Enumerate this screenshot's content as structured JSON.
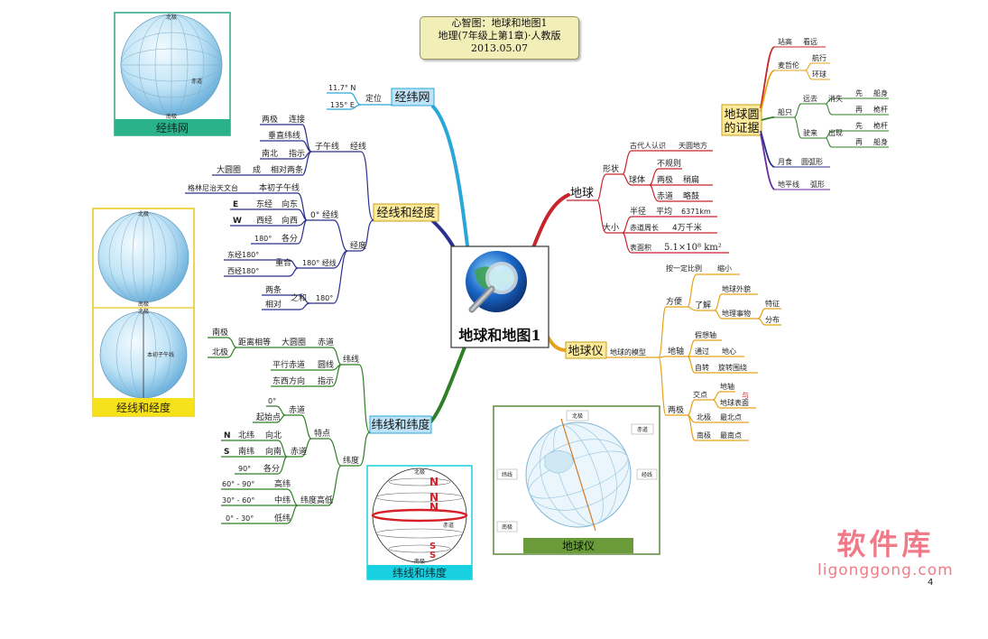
{
  "header": {
    "line1": "心智图：地球和地图1",
    "line2": "地理(7年级上第1章)·人教版",
    "line3": "2013.05.07"
  },
  "center": {
    "label": "地球和地图1"
  },
  "colors": {
    "blue": "#2aa7d8",
    "purple": "#2b2f8e",
    "green": "#2f7f26",
    "red": "#c8252b",
    "orange": "#e7a21b",
    "darkred": "#7a1e1e"
  },
  "panels": {
    "jwp": {
      "label": "经纬网",
      "sublabels": [
        "北极",
        "南极",
        "赤道"
      ]
    },
    "jd": {
      "label": "经线和经度",
      "sublabels": [
        "北极",
        "南极",
        "本初子午线"
      ]
    },
    "wd": {
      "label": "纬线和纬度",
      "n": "N",
      "s": "S",
      "sublabels": [
        "北极",
        "南极",
        "赤道"
      ]
    },
    "globe": {
      "label": "地球仪",
      "sublabels": [
        "北极",
        "纬线",
        "经线",
        "南极",
        "赤道"
      ]
    }
  },
  "branches": {
    "jingweiwang": {
      "label": "经纬网",
      "dingwei": "定位",
      "lat": "11.7° N",
      "lon": "135° E"
    },
    "jingxian": {
      "label": "经线和经度",
      "jingxian_label": "经线",
      "ziwu": "子午线",
      "liangji": "两极",
      "lianjie": "连接",
      "chuizhi": "垂直纬线",
      "nanbei": "南北",
      "zhishi": "指示",
      "daquan": "大圆圈",
      "cheng": "成",
      "xiangdui": "相对两条",
      "jingdu_label": "经度",
      "zero_jx": "0° 经线",
      "greenwich": "格林尼治天文台",
      "benchu": "本初子午线",
      "E": "E",
      "dongjing": "东经",
      "xiangdong": "向东",
      "W": "W",
      "xijing": "西经",
      "xiangxi": "向西",
      "d180_fen": "180°",
      "gefen": "各分",
      "dong180": "东经180°",
      "xi180": "西经180°",
      "chonghe": "重合",
      "jx180": "180° 经线",
      "liangtiao": "两条",
      "xiangdui2": "相对",
      "zhihe": "之和",
      "d180": "180°"
    },
    "weixian": {
      "label": "纬线和纬度",
      "weixian_label": "纬线",
      "nanji": "南极",
      "beiji": "北极",
      "juli": "距离相等",
      "daquan": "大圆圈",
      "chidao": "赤道",
      "pingxing": "平行赤道",
      "zhixian": "圆线",
      "dongxi": "东西方向",
      "zhishi": "指示",
      "weidu_label": "纬度",
      "d0": "0°",
      "qidian": "起始点",
      "chidao2": "赤道",
      "tedian": "特点",
      "N": "N",
      "beiwei": "北纬",
      "xiangbei": "向北",
      "S": "S",
      "nanwei": "南纬",
      "xiangnan": "向南",
      "chidao3": "赤道",
      "d90": "90°",
      "gefen": "各分",
      "r1": "60° - 90°",
      "gaowei": "高纬",
      "r2": "30° - 60°",
      "zhongwei": "中纬",
      "weidugaodi": "纬度高低",
      "r3": "0° - 30°",
      "diwei": "低纬"
    },
    "diqiu": {
      "label": "地球",
      "xingzhuang": "形状",
      "gudai": "古代人认识",
      "tianyuan": "天圆地方",
      "qiuti": "球体",
      "buguize": "不规则",
      "liangji": "两极",
      "shaobian": "稍扁",
      "chidao": "赤道",
      "lvegu": "略鼓",
      "daxiao": "大小",
      "banjing": "半径",
      "pingjun": "平均",
      "r6371": "6371km",
      "zhouchang": "赤道周长",
      "c4w": "4万千米",
      "mianji": "表面积",
      "area": "5.1×10⁸ km²"
    },
    "zhengju": {
      "label1": "地球圆",
      "label2": "的证据",
      "zhangao": "站高",
      "kanyuan": "看远",
      "maizhelun": "麦哲伦",
      "hangxing": "航行",
      "huanqiu": "环球",
      "chuanzhi": "船只",
      "yuanqu": "远去",
      "xiaoshi": "消失",
      "xian1": "先",
      "chuanshen1": "船身",
      "zai1": "再",
      "weigan1": "桅杆",
      "shilai": "驶来",
      "chuxian": "出现",
      "xian2": "先",
      "weigan2": "桅杆",
      "zai2": "再",
      "chuanshen2": "船身",
      "yueshi": "月食",
      "yuanhu": "圆弧形",
      "dipingxian": "地平线",
      "huxing": "弧形"
    },
    "diqiuyi": {
      "label": "地球仪",
      "moxing": "地球的模型",
      "fangbian": "方便",
      "suoxiao": "按一定比例",
      "suoxiao2": "缩小",
      "lejie": "了解",
      "waimao": "地球外貌",
      "shiwu": "地理事物",
      "tezheng": "特征",
      "fenbu": "分布",
      "dizhou": "地轴",
      "jiaxiang": "假想轴",
      "tongguo": "通过",
      "dixin": "地心",
      "zizhuan": "自转",
      "xuanzhuan": "旋转围绕",
      "liangji": "两极",
      "jiaodian": "交点",
      "dizhou2": "地轴",
      "yu": "与",
      "biaomian": "地球表面",
      "beiji": "北极",
      "zuibei": "最北点",
      "nanji": "南极",
      "zuinan": "最南点"
    }
  },
  "watermark": {
    "line1": "软件库",
    "line2": "ligonggong.com"
  },
  "page_number": "4"
}
